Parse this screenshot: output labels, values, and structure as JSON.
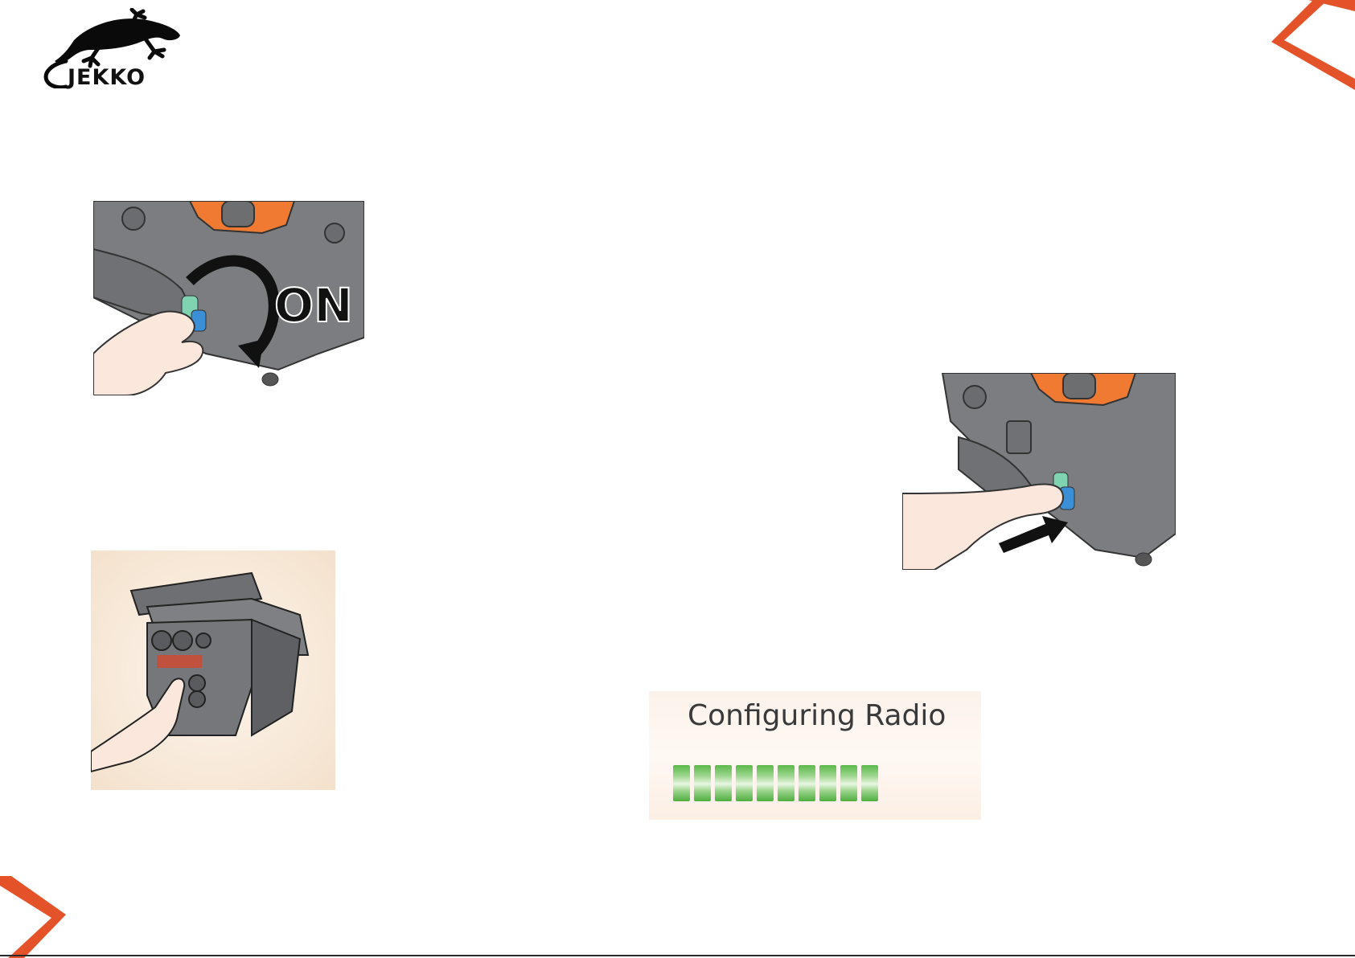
{
  "brand": {
    "logo_text": "JEKKO",
    "accent_color": "#e4522a"
  },
  "step1": {
    "label": "ON",
    "icon": "power-on-arrow-icon"
  },
  "step2": {
    "icon": "push-arrow-icon"
  },
  "config": {
    "title": "Configuring Radio",
    "progress_segments": 10,
    "progress_color": "#5bb84a"
  }
}
